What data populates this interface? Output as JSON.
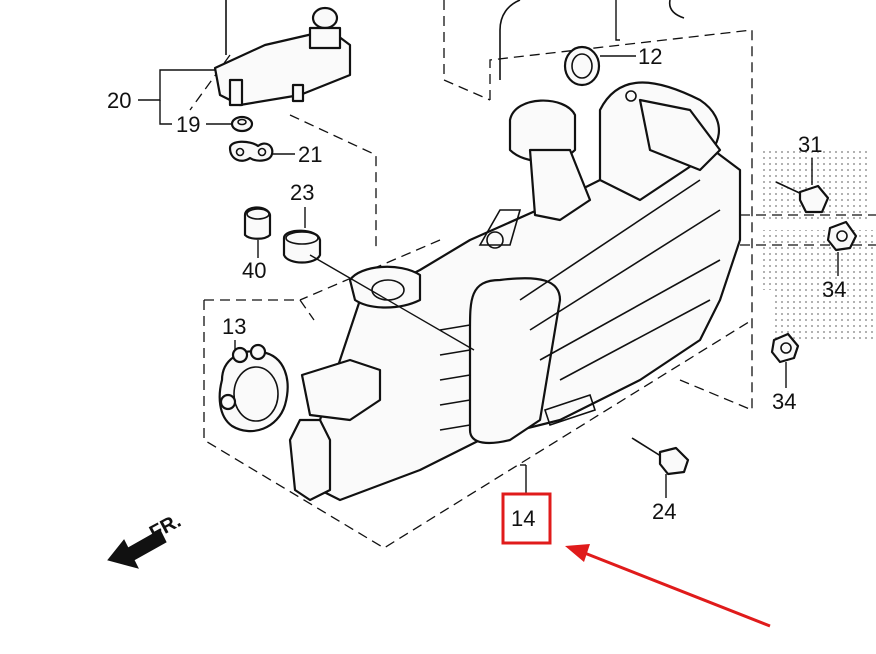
{
  "labels": {
    "p12": "12",
    "p13": "13",
    "p14": "14",
    "p19": "19",
    "p20": "20",
    "p21": "21",
    "p23": "23",
    "p24": "24",
    "p31": "31",
    "p34a": "34",
    "p34b": "34",
    "p40": "40",
    "front": "FR."
  },
  "colors": {
    "highlight": "#e01b1b",
    "line": "#111111"
  },
  "highlighted_part": "14"
}
